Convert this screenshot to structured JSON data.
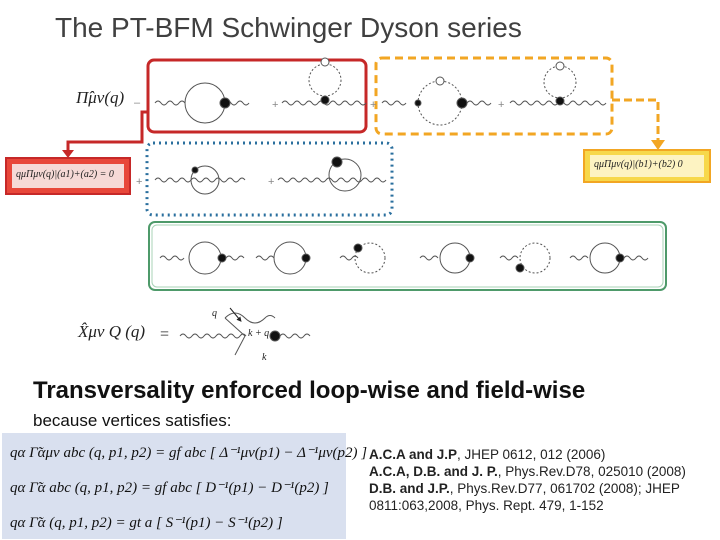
{
  "title": "The PT-BFM Schwinger Dyson series",
  "formulas": {
    "pi_hat": "Π̂μν(q)",
    "x_hat": "X̂μν Q (q)",
    "transverse_sum_red": "qμΠμν(q)|(a1)+(a2) = 0",
    "transverse_yellow": "qμΠμν(q)|(b1)+(b2)   0",
    "x_labels": [
      "q",
      "k + q",
      "k"
    ]
  },
  "operators": {
    "minus": "–",
    "plus": "+",
    "equals": "="
  },
  "subtitle": "Transversality enforced loop-wise  and  field-wise",
  "because": "because vertices satisfies:",
  "vertex_identities": [
    "qα Γ̃αμν abc (q, p1, p2)  =  gf abc [ Δ⁻¹μν(p1) − Δ⁻¹μν(p2) ]",
    "qα Γ̃α abc (q, p1, p2)  =  gf abc [ D⁻¹(p1)  −  D⁻¹(p2) ]",
    "qα Γ̃α (q, p1, p2)  =  gt a [ S⁻¹(p1)  −  S⁻¹(p2) ]"
  ],
  "references": [
    {
      "authors": "A.C.A and J.P",
      "rest": ", JHEP 0612, 012 (2006)"
    },
    {
      "authors": "A.C.A, D.B. and J. P.",
      "rest": ", Phys.Rev.D78, 025010 (2008)"
    },
    {
      "authors": "D.B. and J.P.",
      "rest": ", Phys.Rev.D77, 061702 (2008); JHEP 0811:063,2008, Phys. Rept. 479, 1-152"
    }
  ],
  "colors": {
    "red_box": "#c62828",
    "orange_box": "#f2a623",
    "blue_box": "#2a6f9e",
    "green_box": "#4e9a6a",
    "yellow_fill": "#f7d84b",
    "vertex_bg": "#d9e0ef",
    "arrow": "#f2a623"
  }
}
